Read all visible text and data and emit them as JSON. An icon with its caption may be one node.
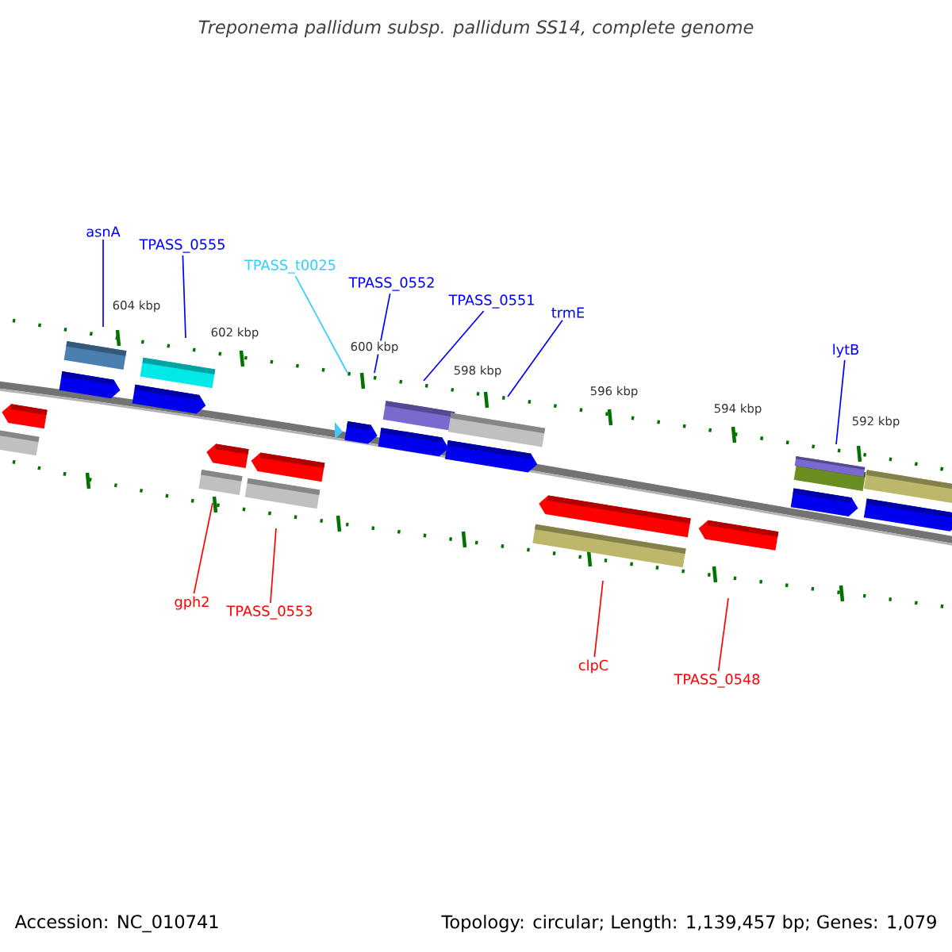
{
  "diagram": {
    "title": "Treponema pallidum subsp. pallidum SS14, complete genome",
    "nodes": [
      {
        "text": [
          "asnA"
        ]
      },
      {
        "text": [
          "TPASS_0555"
        ]
      },
      {
        "text": [
          "TPASS_t0025"
        ]
      },
      {
        "text": [
          "TPASS_0552"
        ]
      },
      {
        "text": [
          "TPASS_0551"
        ]
      },
      {
        "text": [
          "trmE"
        ]
      },
      {
        "text": [
          "lytB"
        ]
      },
      {
        "text": [
          "gph2"
        ]
      },
      {
        "text": [
          "TPASS_0553"
        ]
      },
      {
        "text": [
          "clpC"
        ]
      },
      {
        "text": [
          "TPASS_0548"
        ]
      }
    ],
    "edges": [
      {
        "from": 0,
        "to": null,
        "arrow": "none"
      },
      {
        "from": 1,
        "to": null,
        "arrow": "none"
      },
      {
        "from": 2,
        "to": null,
        "arrow": "none",
        "color": "#33ccff"
      },
      {
        "from": 3,
        "to": null,
        "arrow": "none"
      },
      {
        "from": 4,
        "to": null,
        "arrow": "none"
      },
      {
        "from": 5,
        "to": null,
        "arrow": "none"
      },
      {
        "from": 6,
        "to": null,
        "arrow": "none"
      },
      {
        "from": 7,
        "to": null,
        "arrow": "none",
        "color": "#ff0000"
      },
      {
        "from": 8,
        "to": null,
        "arrow": "none",
        "color": "#ff0000"
      },
      {
        "from": 9,
        "to": null,
        "arrow": "none",
        "color": "#ff0000"
      },
      {
        "from": 10,
        "to": null,
        "arrow": "none",
        "color": "#ff0000"
      }
    ],
    "labels": [
      "604 kbp",
      "602 kbp",
      "600 kbp",
      "598 kbp",
      "596 kbp",
      "594 kbp",
      "592 kbp",
      "Accession: NC_010741",
      "Topology: circular; Length: 1,139,457 bp; Genes: 1,079"
    ]
  }
}
